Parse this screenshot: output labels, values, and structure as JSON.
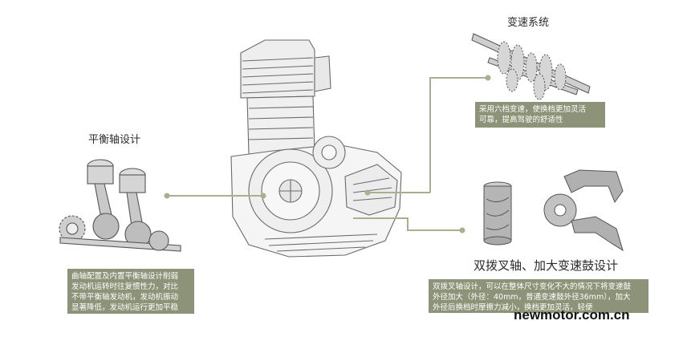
{
  "callouts": {
    "transmission": {
      "title": "变速系统",
      "lines": [
        "采用六档变速，使换档更加灵活",
        "可靠，提高驾驶的舒适性"
      ]
    },
    "balance_shaft": {
      "title": "平衡轴设计",
      "lines": [
        "曲轴配置及内置平衡轴设计削弱",
        "发动机运转时往复惯性力，对比",
        "不带平衡轴发动机，发动机振动",
        "显著降低，发动机运行更加平稳"
      ]
    },
    "fork_drum": {
      "title": "双拨叉轴、加大变速鼓设计",
      "lines": [
        "双拨叉轴设计，可以在整体尺寸变化不大的情况下将变速鼓",
        "外径加大（外径：40mm，普通变速鼓外径36mm），加大",
        "外径后换档时摩擦力减小，换档更加灵活，轻便"
      ]
    }
  },
  "watermark": "newmotor.com.cn",
  "colors": {
    "connector": "#a9b08f",
    "note_bg": "#8c9378"
  }
}
